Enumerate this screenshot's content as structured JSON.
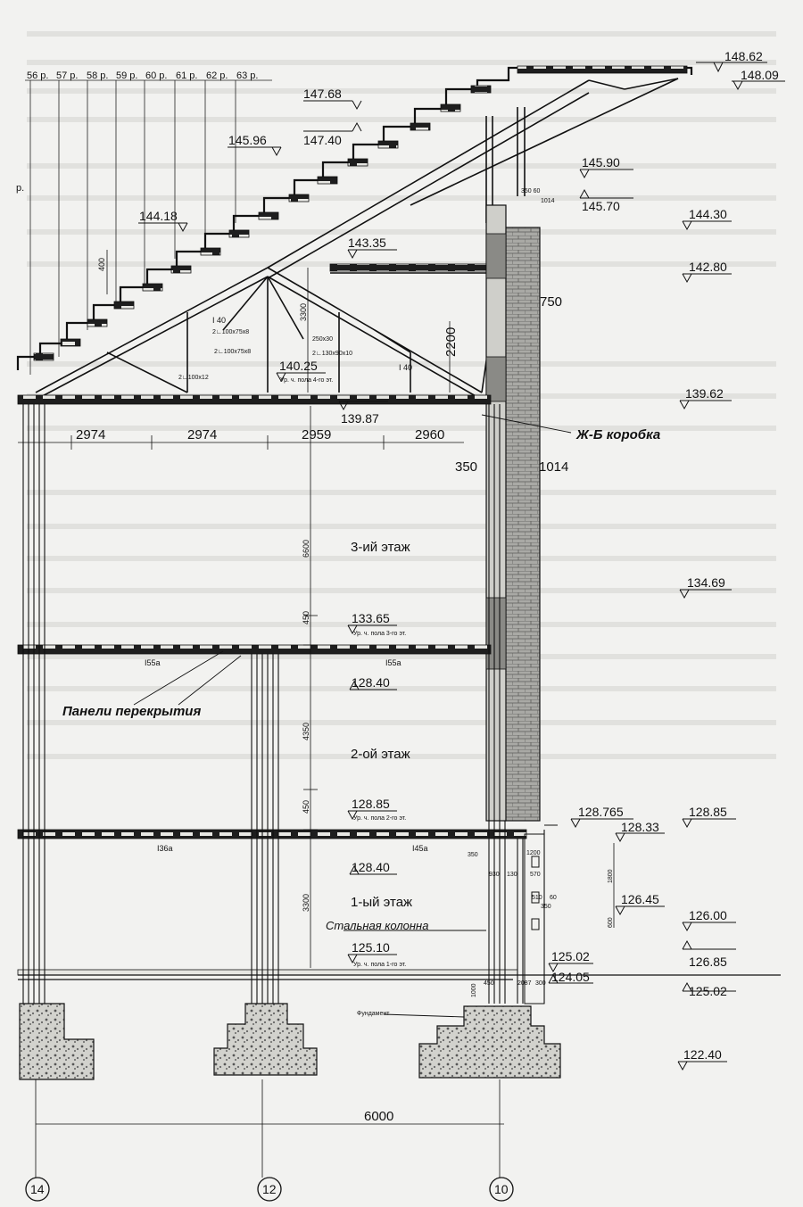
{
  "rows": [
    "56 р.",
    "57 р.",
    "58 р.",
    "59 р.",
    "60 р.",
    "61 р.",
    "62 р.",
    "63 р."
  ],
  "row_marker": "р.",
  "elevations": {
    "e148_62": "148.62",
    "e148_09": "148.09",
    "e147_68": "147.68",
    "e147_40": "147.40",
    "e145_96": "145.96",
    "e145_90": "145.90",
    "e145_70": "145.70",
    "e144_30": "144.30",
    "e144_18": "144.18",
    "e143_35": "143.35",
    "e142_80": "142.80",
    "e140_25": "140.25",
    "e139_87": "139.87",
    "e139_62": "139.62",
    "e134_69": "134.69",
    "e133_65": "133.65",
    "e128_40a": "128.40",
    "e128_85a": "128.85",
    "e128_765": "128.765",
    "e128_85b": "128.85",
    "e128_33": "128.33",
    "e128_40b": "128.40",
    "e126_45": "126.45",
    "e126_00": "126.00",
    "e126_85": "126.85",
    "e125_10": "125.10",
    "e125_02a": "125.02",
    "e124_05": "124.05",
    "e125_02b": "125.02",
    "e122_40": "122.40"
  },
  "dimensions": {
    "bay1": "2974",
    "bay2": "2974",
    "bay3": "2959",
    "bay4": "2960",
    "d750": "750",
    "d350": "350",
    "d1014": "1014",
    "d6600": "6600",
    "d450a": "450",
    "d4350": "4350",
    "d450b": "450",
    "d3300a": "3300",
    "d3300b": "3300",
    "d400": "400",
    "d2200": "2200",
    "d6000": "6000",
    "d350b": "350",
    "d1800": "1800",
    "d600": "600"
  },
  "small_dims": {
    "s350_60": "350 60",
    "s1014": "1014",
    "s1200": "1200",
    "s930": "930",
    "s130": "130",
    "s570": "570",
    "s510": "510",
    "s60": "60",
    "s350": "350",
    "s2087": "2087",
    "s300": "300",
    "s450": "450",
    "s1000": "1000"
  },
  "profiles": {
    "i40a": "I 40",
    "p1": "2∟100x75x8",
    "p2": "2∟100x75x8",
    "p3": "2∟130x90x10",
    "p4": "2∟100x12",
    "p250": "250x30",
    "i40b": "I 40",
    "i55a": "I55а",
    "i55b": "I55а",
    "i36": "I36а",
    "i45": "I45а"
  },
  "floor_notes": {
    "lvl4": "Ур. ч. пола 4-го эт.",
    "lvl3": "Ур. ч. пола 3-го эт.",
    "lvl2": "Ур. ч. пола 2-го эт.",
    "lvl1": "Ур. ч. пола 1-го эт."
  },
  "floors": {
    "f3": "3-ий этаж",
    "f2": "2-ой этаж",
    "f1": "1-ый этаж"
  },
  "callouts": {
    "panels": "Панели перекрытия",
    "box": "Ж-Б коробка",
    "column": "Стальная колонна",
    "foundation": "Фундамент"
  },
  "axes": [
    "14",
    "12",
    "10"
  ],
  "colors": {
    "ink": "#111111",
    "paper": "#f2f2f0",
    "wall": "#9a9a96",
    "slab": "#2a2a2a",
    "footing": "#bdbdb8",
    "faint_text": "#c8c8c4"
  }
}
